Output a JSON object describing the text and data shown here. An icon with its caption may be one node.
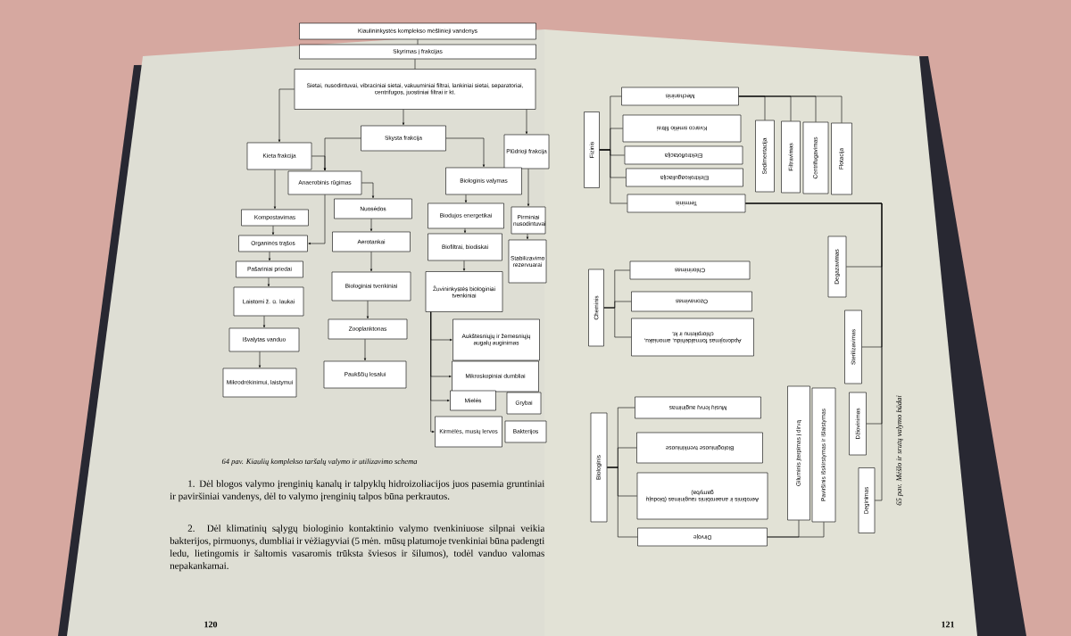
{
  "diagram": {
    "nodes": [
      {
        "text": [
          "Kiaulininkystės komplekso mėšlinieji vandenys"
        ]
      },
      {
        "text": [
          "Skyrimas į frakcijas"
        ]
      },
      {
        "text": [
          "Sietai, nusodintuvai, vibraciniai sietai, vakuuminiai filtrai, lankiniai sietai, separatoriai, centrifugos, juostiniai filtrai ir kt."
        ]
      },
      {
        "text": [
          "Kieta frakcija"
        ]
      },
      {
        "text": [
          "Skysta frakcija"
        ]
      },
      {
        "text": [
          "Plūdrioji frakcija"
        ]
      },
      {
        "text": [
          "Anaerobinis rūgimas"
        ]
      },
      {
        "text": [
          "Biologinis valymas"
        ]
      },
      {
        "text": [
          "Kompostavimas"
        ]
      },
      {
        "text": [
          "Organinės trąšos"
        ]
      },
      {
        "text": [
          "Nuosėdos"
        ]
      },
      {
        "text": [
          "Biodujos energetikai"
        ]
      },
      {
        "text": [
          "Pirminiai nusodintuvai"
        ]
      },
      {
        "text": [
          "Pašariniai priedai"
        ]
      },
      {
        "text": [
          "Aerotankai"
        ]
      },
      {
        "text": [
          "Biofiltrai, biodiskai"
        ]
      },
      {
        "text": [
          "Stabilizavimo rezervuarai"
        ]
      },
      {
        "text": [
          "Laistomi ž. ū. laukai"
        ]
      },
      {
        "text": [
          "Biologiniai tvenkiniai"
        ]
      },
      {
        "text": [
          "Žuvininkystės biologiniai tvenkiniai"
        ]
      },
      {
        "text": [
          "Išvalytas vanduo"
        ]
      },
      {
        "text": [
          "Zooplanktonas"
        ]
      },
      {
        "text": [
          "Aukštesniųjų ir žemesniųjų augalų auginimas"
        ]
      },
      {
        "text": [
          "Mikrodrėkinimui, laistymui"
        ]
      },
      {
        "text": [
          "Paukščių lesalui"
        ]
      },
      {
        "text": [
          "Mikroskopiniai dumbliai"
        ]
      },
      {
        "text": [
          "Mielės"
        ]
      },
      {
        "text": [
          "Kirmėlės, musių lervos"
        ]
      },
      {
        "text": [
          "Grybai"
        ]
      },
      {
        "text": [
          "Bakterijos"
        ]
      },
      {
        "text": [
          "Fizinis"
        ]
      },
      {
        "text": [
          "Mechaninis"
        ]
      },
      {
        "text": [
          "Kvarco smėlio filtrai"
        ]
      },
      {
        "text": [
          "Elektroflotacija"
        ]
      },
      {
        "text": [
          "Elektrokoaguliacija"
        ]
      },
      {
        "text": [
          "Terminis"
        ]
      },
      {
        "text": [
          "Sedimentacija"
        ]
      },
      {
        "text": [
          "Filtravimas"
        ]
      },
      {
        "text": [
          "Centrifugavimas"
        ]
      },
      {
        "text": [
          "Flotacija"
        ]
      },
      {
        "text": [
          "Cheminis"
        ]
      },
      {
        "text": [
          "Chlorinimas"
        ]
      },
      {
        "text": [
          "Ozonavimas"
        ]
      },
      {
        "text": [
          "Apdorojimas formaldehidu, amoniaku, chlorpikrinu ir kt."
        ]
      },
      {
        "text": [
          "Biologinis"
        ]
      },
      {
        "text": [
          "Musių lervų auginimas"
        ]
      },
      {
        "text": [
          "Biologiniuose tvenkiniuose"
        ]
      },
      {
        "text": [
          "Aerobinis ir anaerobinis rauginimas (biodujų gamyba)"
        ]
      },
      {
        "text": [
          "Dirvoje"
        ]
      },
      {
        "text": [
          "Giluminis įterpimas į dirvą"
        ]
      },
      {
        "text": [
          "Paviršinis išskirstymas ir išlaistymas"
        ]
      },
      {
        "text": [
          "Degazavimas"
        ]
      },
      {
        "text": [
          "Sterilizavimas"
        ]
      },
      {
        "text": [
          "Džiovinimas"
        ]
      },
      {
        "text": [
          "Deginimas"
        ]
      }
    ],
    "edges": [
      {
        "from": 0,
        "to": 1,
        "arrow": "none"
      },
      {
        "from": 1,
        "to": 2,
        "arrow": "none"
      },
      {
        "from": 2,
        "to": 3,
        "arrow": "to"
      },
      {
        "from": 2,
        "to": 4,
        "arrow": "to"
      },
      {
        "from": 2,
        "to": 5,
        "arrow": "to"
      },
      {
        "from": 3,
        "to": 6,
        "arrow": "to"
      },
      {
        "from": 3,
        "to": 8,
        "arrow": "to"
      },
      {
        "from": 4,
        "to": 6,
        "arrow": "to"
      },
      {
        "from": 4,
        "to": 7,
        "arrow": "to"
      },
      {
        "from": 5,
        "to": 12,
        "arrow": "to"
      },
      {
        "from": 6,
        "to": 10,
        "arrow": "to"
      },
      {
        "from": 6,
        "to": 9,
        "arrow": "to"
      },
      {
        "from": 7,
        "to": 11,
        "arrow": "to"
      },
      {
        "from": 8,
        "to": 9,
        "arrow": "to"
      },
      {
        "from": 9,
        "to": 13,
        "arrow": "to"
      },
      {
        "from": 10,
        "to": 14,
        "arrow": "to"
      },
      {
        "from": 11,
        "to": 15,
        "arrow": "to"
      },
      {
        "from": 12,
        "to": 16,
        "arrow": "to"
      },
      {
        "from": 13,
        "to": 17,
        "arrow": "to"
      },
      {
        "from": 14,
        "to": 18,
        "arrow": "to"
      },
      {
        "from": 15,
        "to": 19,
        "arrow": "to"
      },
      {
        "from": 17,
        "to": 20,
        "arrow": "to"
      },
      {
        "from": 18,
        "to": 21,
        "arrow": "to"
      },
      {
        "from": 19,
        "to": 22,
        "arrow": "to"
      },
      {
        "from": 19,
        "to": 25,
        "arrow": "to"
      },
      {
        "from": 19,
        "to": 26,
        "arrow": "to"
      },
      {
        "from": 19,
        "to": 27,
        "arrow": "to"
      },
      {
        "from": 20,
        "to": 23,
        "arrow": "to"
      },
      {
        "from": 21,
        "to": 24,
        "arrow": "to"
      },
      {
        "from": 30,
        "to": 31,
        "arrow": "none"
      },
      {
        "from": 30,
        "to": 32,
        "arrow": "none"
      },
      {
        "from": 30,
        "to": 33,
        "arrow": "none"
      },
      {
        "from": 30,
        "to": 34,
        "arrow": "none"
      },
      {
        "from": 30,
        "to": 35,
        "arrow": "none"
      },
      {
        "from": 31,
        "to": 36,
        "arrow": "none"
      },
      {
        "from": 31,
        "to": 37,
        "arrow": "none"
      },
      {
        "from": 31,
        "to": 38,
        "arrow": "none"
      },
      {
        "from": 31,
        "to": 39,
        "arrow": "none"
      },
      {
        "from": 35,
        "to": 51,
        "arrow": "none"
      },
      {
        "from": 35,
        "to": 52,
        "arrow": "none"
      },
      {
        "from": 35,
        "to": 53,
        "arrow": "none"
      },
      {
        "from": 35,
        "to": 54,
        "arrow": "none"
      },
      {
        "from": 40,
        "to": 41,
        "arrow": "none"
      },
      {
        "from": 40,
        "to": 42,
        "arrow": "none"
      },
      {
        "from": 40,
        "to": 43,
        "arrow": "none"
      },
      {
        "from": 44,
        "to": 45,
        "arrow": "none"
      },
      {
        "from": 44,
        "to": 46,
        "arrow": "none"
      },
      {
        "from": 44,
        "to": 47,
        "arrow": "none"
      },
      {
        "from": 44,
        "to": 48,
        "arrow": "none"
      },
      {
        "from": 48,
        "to": 49,
        "arrow": "none"
      },
      {
        "from": 48,
        "to": 50,
        "arrow": "none"
      }
    ],
    "labels": [
      "64 pav. Kiaulių komplekso taršalų valymo ir utilizavimo schema",
      "1. Dėl blogos valymo įrenginių kanalų ir talpyklų hidroizoliacijos juos pasemia gruntiniai ir paviršiniai vandenys, dėl to valymo įrenginių talpos būna perkrautos.",
      "2. Dėl klimatinių sąlygų biologinio kontaktinio valymo tvenkiniuose silpnai veikia bakterijos, pirmuonys, dumbliai ir vėžiagyviai (5 mėn. mūsų platumoje tvenkiniai būna padengti ledu, lietingomis ir šaltomis vasaromis trūksta šviesos ir šilumos), todėl vanduo valomas nepakankamai.",
      "120",
      "65 pav. Mėšlo ir srutų valymo būdai",
      "121"
    ]
  }
}
